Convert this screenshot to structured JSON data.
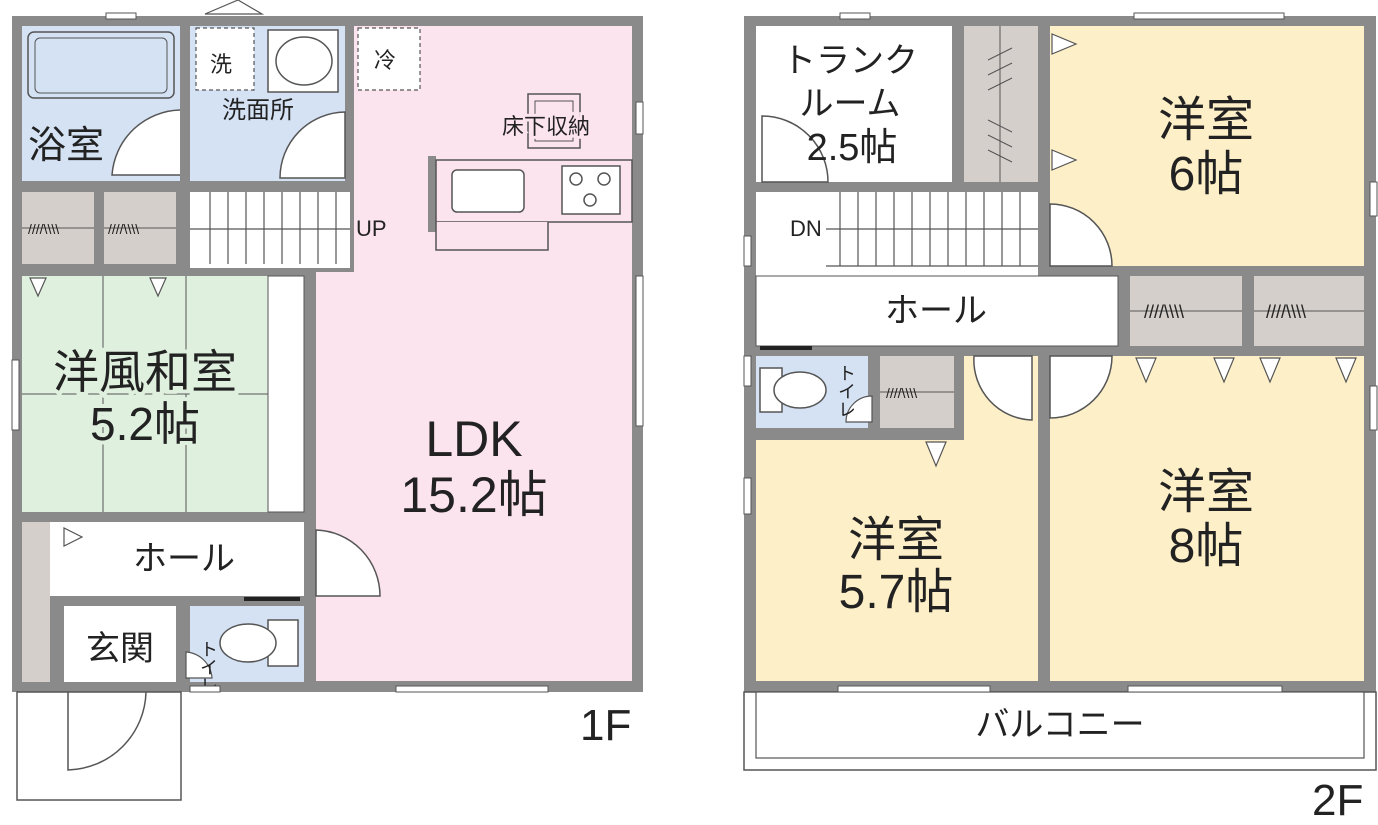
{
  "floor1": {
    "label": "1F",
    "rooms": {
      "bath": "浴室",
      "washroom": "洗面所",
      "washer": "洗",
      "fridge": "冷",
      "underfloor": "床下収納",
      "up": "UP",
      "washitsu_name": "洋風和室",
      "washitsu_size": "5.2帖",
      "ldk_name": "LDK",
      "ldk_size": "15.2帖",
      "hall": "ホール",
      "entrance": "玄関",
      "toilet": "トイレ"
    }
  },
  "floor2": {
    "label": "2F",
    "rooms": {
      "trunk_line1": "トランク",
      "trunk_line2": "ルーム",
      "trunk_size": "2.5帖",
      "room6_name": "洋室",
      "room6_size": "6帖",
      "dn": "DN",
      "hall": "ホール",
      "toilet": "トイレ",
      "room57_name": "洋室",
      "room57_size": "5.7帖",
      "room8_name": "洋室",
      "room8_size": "8帖",
      "balcony": "バルコニー"
    }
  },
  "colors": {
    "wall": "#8a8a8a",
    "bath": "#d4e2f4",
    "washitsu": "#dff0df",
    "ldk": "#fce4ef",
    "bedroom": "#fdefc8",
    "closet": "#d5cfcb",
    "line": "#333333"
  }
}
